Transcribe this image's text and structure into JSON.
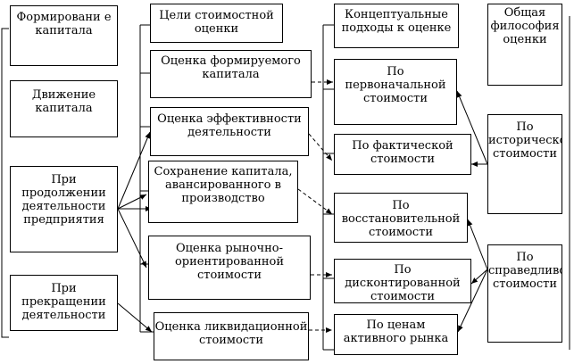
{
  "columns": {
    "sources": {
      "formation": "Формировани е капитала",
      "movement": "Движение капитала",
      "going_concern": "При продолжении деятельности предприятия",
      "termination": "При прекращении деятельности"
    },
    "goals": {
      "header": "Цели стоимостной оценки",
      "formed_capital": "Оценка формируемого капитала",
      "efficiency": "Оценка эффективности деятельности",
      "preservation": "Сохранение капитала, авансированного в производство",
      "market_oriented": "Оценка рыночно-ориентированной стоимости",
      "liquidation": "Оценка ликвидационной стоимости"
    },
    "approaches": {
      "header": "Концептуальные подходы к оценке",
      "initial_cost": "По первоначальной стоимости",
      "actual_cost": "По фактической стоимости",
      "replacement_cost": "По восстановительной стоимости",
      "discounted_cost": "По дисконтированной стоимости",
      "active_market_prices": "По ценам активного рынка"
    },
    "philosophy": {
      "header": "Общая философия оценки",
      "historical": "По исторической стоимости",
      "fair_value": "По справедливой стоимости"
    }
  },
  "colors": {
    "line": "#000000",
    "background": "#ffffff"
  }
}
